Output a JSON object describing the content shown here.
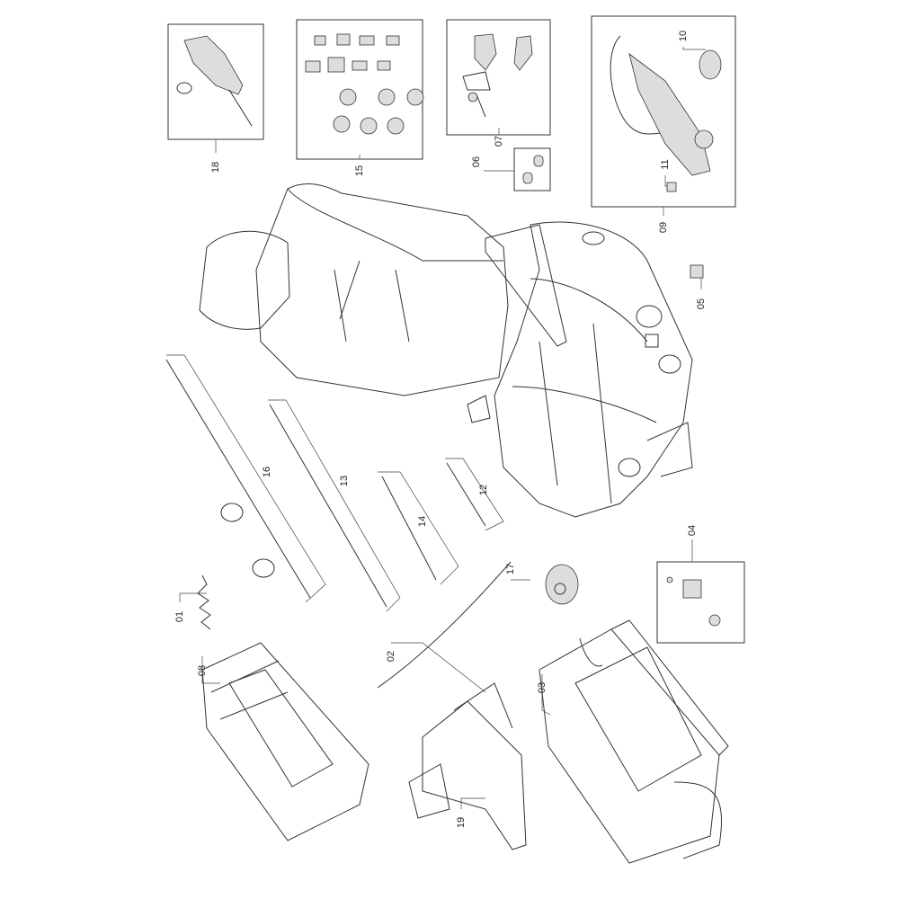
{
  "title": "Seat assembly exploded parts diagram",
  "callouts": [
    "01",
    "02",
    "03",
    "04",
    "05",
    "06",
    "07",
    "08",
    "09",
    "10",
    "11",
    "12",
    "13",
    "14",
    "15",
    "16",
    "17",
    "18",
    "19"
  ]
}
